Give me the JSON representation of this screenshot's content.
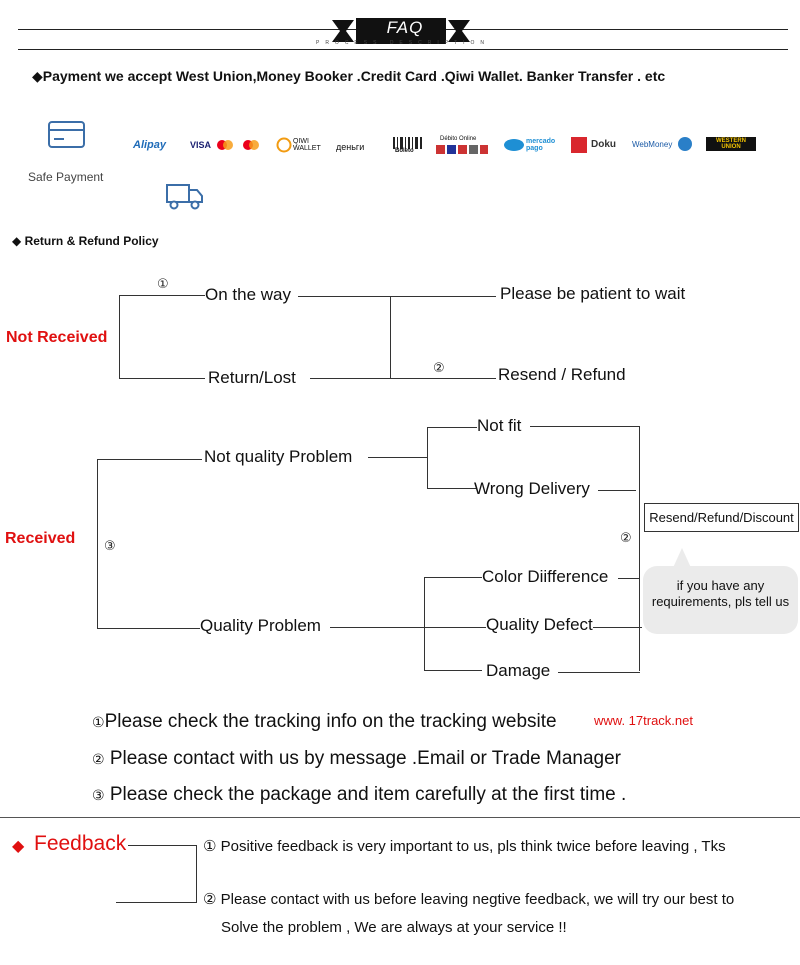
{
  "header": {
    "title": "FAQ",
    "subtitle": "PROCESS DESCRIPTION"
  },
  "payment": {
    "heading": "◆Payment we accept West Union,Money Booker .Credit Card .Qiwi Wallet. Banker Transfer . etc",
    "safe_label": "Safe Payment",
    "logos": [
      "Alipay",
      "VISA",
      "QIWI WALLET",
      "деньги",
      "Boleto",
      "Débito Online",
      "mercado pago",
      "Doku",
      "WebMoney",
      "WESTERN UNION"
    ]
  },
  "policy": {
    "heading": "◆ Return & Refund Policy",
    "not_received": {
      "label": "Not Received",
      "mark1": "①",
      "on_the_way": "On the way",
      "return_lost": "Return/Lost",
      "wait": "Please be patient to wait",
      "mark2": "②",
      "resend_refund": "Resend / Refund"
    },
    "received": {
      "label": "Received",
      "mark3": "③",
      "not_quality": "Not quality Problem",
      "not_fit": "Not fit",
      "wrong_delivery": "Wrong Delivery",
      "quality": "Quality Problem",
      "color_diff": "Color Diifference",
      "quality_defect": "Quality Defect",
      "damage": "Damage",
      "resend_box": "Resend/Refund/Discount",
      "mark2": "②",
      "bubble": "if you have any requirements, pls tell us"
    },
    "notes": [
      {
        "mark": "①",
        "text": "Please check the tracking info on the tracking website"
      },
      {
        "mark": "②",
        "text": "Please contact with us by message .Email or Trade Manager"
      },
      {
        "mark": "③",
        "text": "Please check the package and item carefully at the first time ."
      }
    ],
    "site": "www. 17track.net"
  },
  "feedback": {
    "diamond": "◆",
    "label": "Feedback",
    "item1": "① Positive feedback is very important to us, pls think twice before leaving , Tks",
    "item2": "② Please contact with us before leaving negtive feedback, we will try our best to",
    "item2b": "Solve the problem , We are always at your service !!"
  },
  "colors": {
    "accent_red": "#e01010",
    "wu_yellow": "#f2c200"
  }
}
